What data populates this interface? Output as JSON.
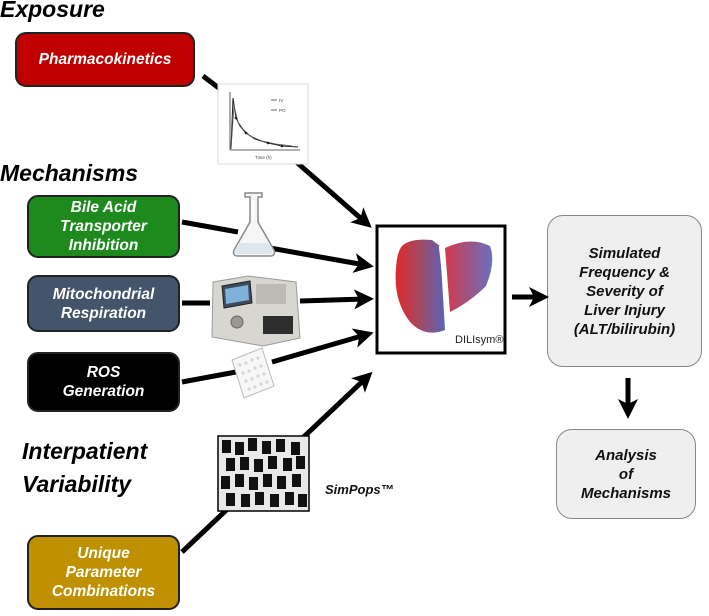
{
  "headings": {
    "exposure": "Exposure",
    "mechanisms": "Mechanisms",
    "interpatient": [
      "Interpatient",
      "Variability"
    ]
  },
  "boxes": {
    "pharmacokinetics": {
      "lines": [
        "Pharmacokinetics"
      ],
      "color": "#c00000"
    },
    "bile_acid": {
      "lines": [
        "Bile Acid",
        "Transporter",
        "Inhibition"
      ],
      "color": "#1e8a1e"
    },
    "mitochondrial": {
      "lines": [
        "Mitochondrial",
        "Respiration"
      ],
      "color": "#44546a"
    },
    "ros": {
      "lines": [
        "ROS",
        "Generation"
      ],
      "color": "#000000"
    },
    "unique_params": {
      "lines": [
        "Unique",
        "Parameter",
        "Combinations"
      ],
      "color": "#bf9000"
    }
  },
  "center": {
    "label": "DILIsym®"
  },
  "outputs": {
    "simulated": [
      "Simulated",
      "Frequency &",
      "Severity of",
      "Liver Injury",
      "(ALT/bilirubin)"
    ],
    "analysis": [
      "Analysis",
      "of",
      "Mechanisms"
    ]
  },
  "simpops_label": "SimPops™",
  "graph_legend": [
    "IV",
    "PO"
  ],
  "graph_xlabel": "Time (h)",
  "icons": [
    "pk-curve-graph-icon",
    "flask-icon",
    "respirometer-instrument-icon",
    "well-plate-icon",
    "population-grid-icon",
    "liver-icon"
  ]
}
